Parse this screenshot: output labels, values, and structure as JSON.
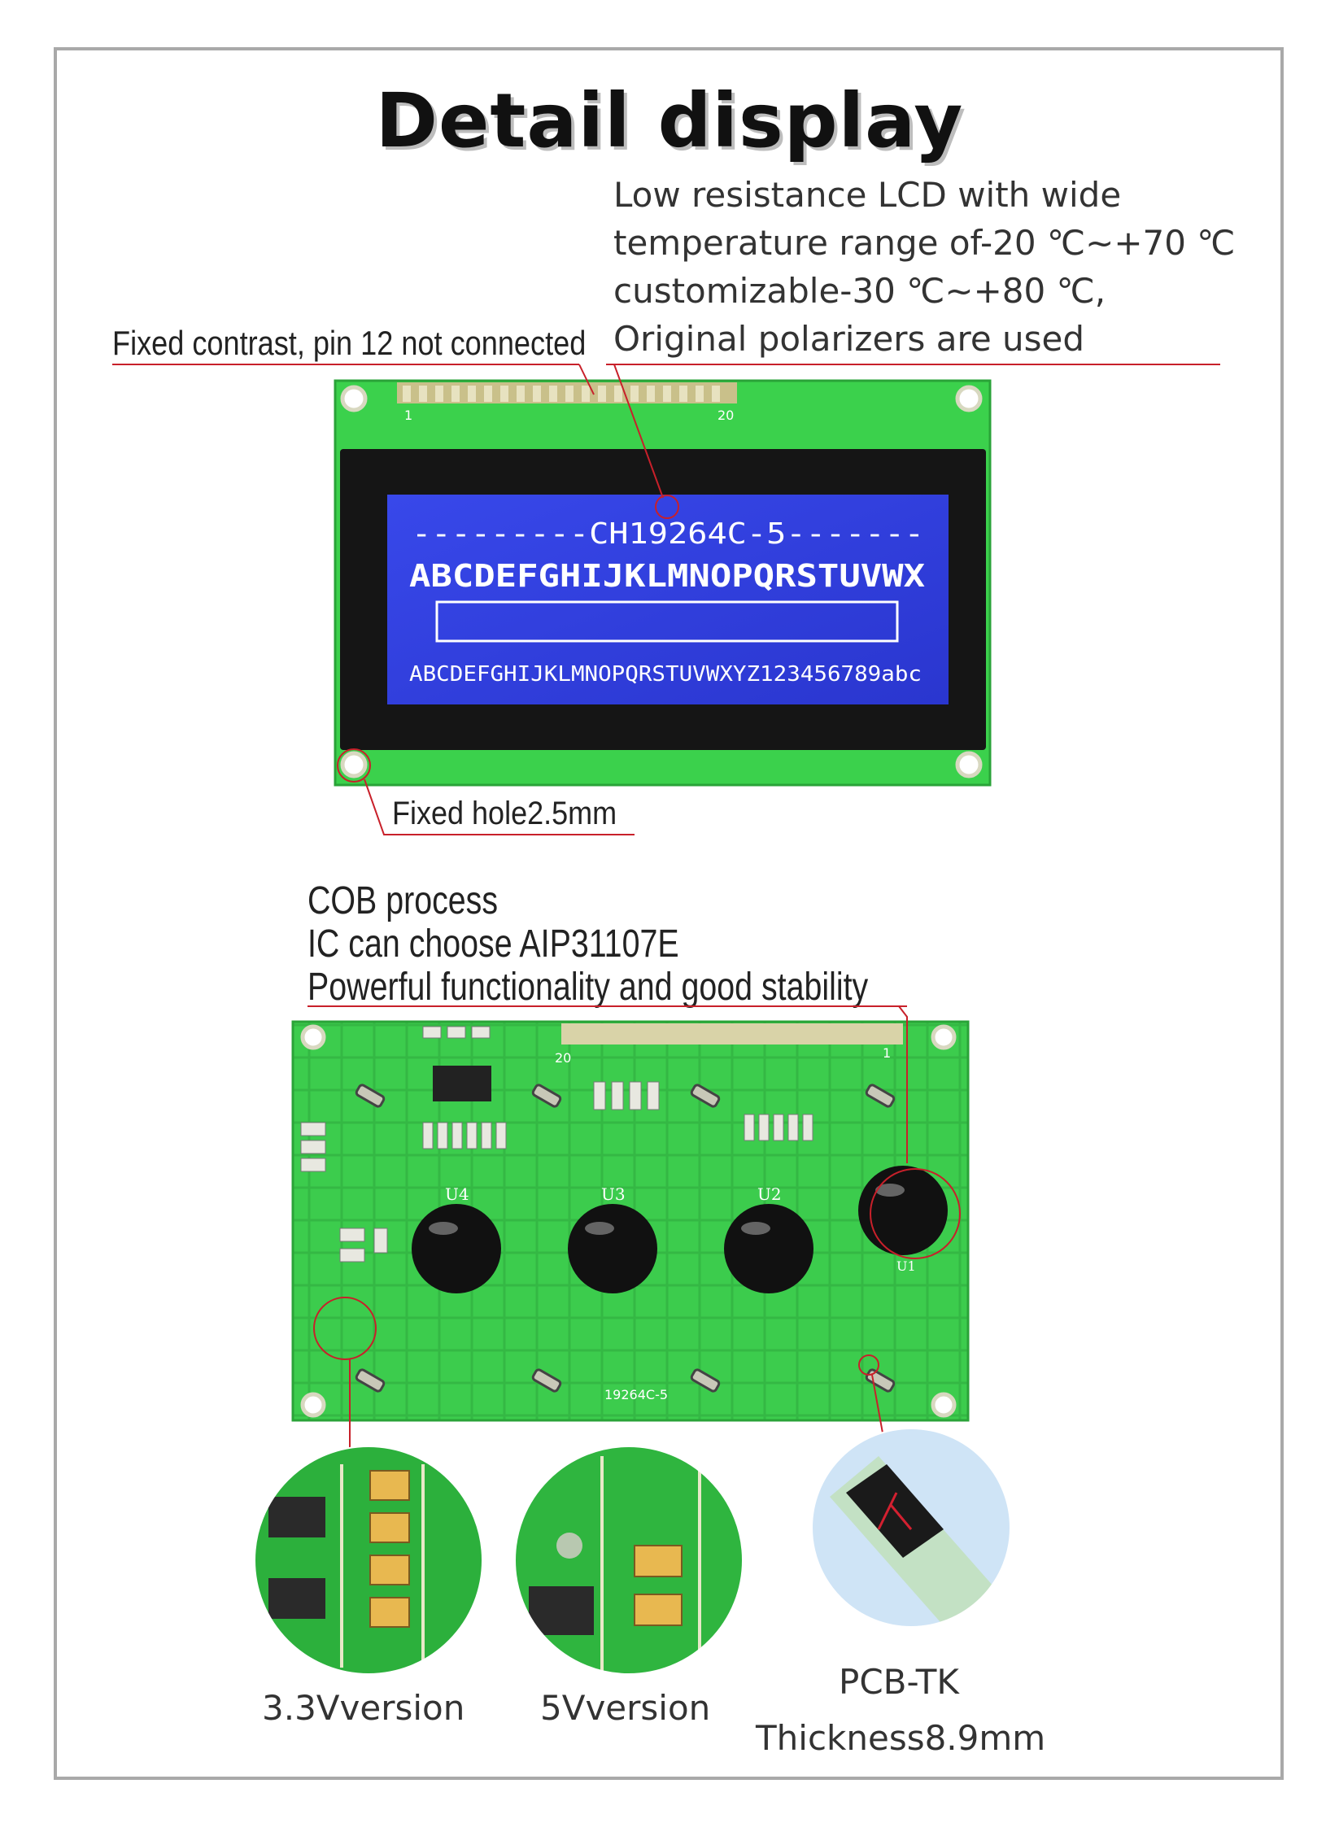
{
  "title": "Detail display",
  "features": {
    "lcd_lines": [
      "Low resistance LCD with wide",
      "temperature range of-20 ℃~+70 ℃",
      "customizable-30 ℃~+80 ℃,",
      "Original polarizers are used"
    ],
    "contrast": "Fixed contrast, pin 12 not connected",
    "hole": "Fixed hole2.5mm",
    "cob_lines": [
      "COB process",
      "IC can choose AIP31107E",
      "Powerful functionality and good stability"
    ]
  },
  "screen": {
    "line1": "---------CH19264C-5-------",
    "line2": "ABCDEFGHIJKLMNOPQRSTUVWX",
    "line4": "ABCDEFGHIJKLMNOPQRSTUVWXYZ123456789abc"
  },
  "pcb": {
    "model": "19264C-5",
    "pin_start": "1",
    "pin_end": "20",
    "chips": [
      "U4",
      "U3",
      "U2",
      "U1"
    ]
  },
  "details": {
    "v33": "3.3Vversion",
    "v5": "5Vversion",
    "pcb_tk": "PCB-TK",
    "thickness": "Thickness8.9mm"
  },
  "colors": {
    "pcb_green": "#39c94a",
    "lcd_blue": "#2f3fe0",
    "callout_red": "#c8202a"
  }
}
